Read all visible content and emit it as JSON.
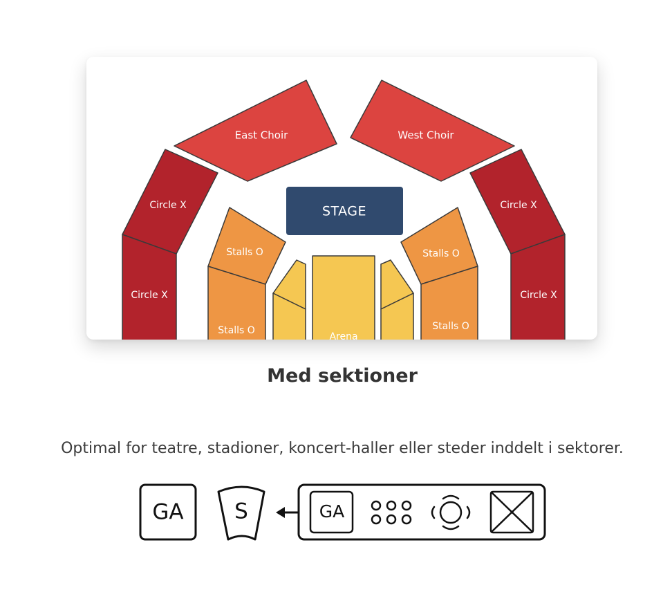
{
  "seatmap": {
    "stage_label": "STAGE",
    "sections": {
      "east_choir": "East Choir",
      "west_choir": "West Choir",
      "circle_upper_left": "Circle X",
      "circle_lower_left": "Circle X",
      "circle_upper_right": "Circle X",
      "circle_lower_right": "Circle X",
      "stalls_upper_left": "Stalls O",
      "stalls_lower_left": "Stalls O",
      "stalls_upper_right": "Stalls O",
      "stalls_lower_right": "Stalls O",
      "arena": "Arena"
    },
    "colors": {
      "choir": "#dc4440",
      "circle": "#b2232c",
      "stalls": "#ee9644",
      "arena": "#f5c752",
      "stage": "#304a6e",
      "outline": "#3a3a3a"
    }
  },
  "heading": "Med sektioner",
  "description": "Optimal for teatre, stadioner, koncert-haller eller steder inddelt i sektorer.",
  "legend": {
    "ga_label": "GA",
    "section_label": "S",
    "inner_ga_label": "GA",
    "icons": [
      "general-admission-icon",
      "section-icon",
      "arrow-left-icon",
      "seats-grid-icon",
      "round-table-icon",
      "blocked-area-icon"
    ]
  }
}
